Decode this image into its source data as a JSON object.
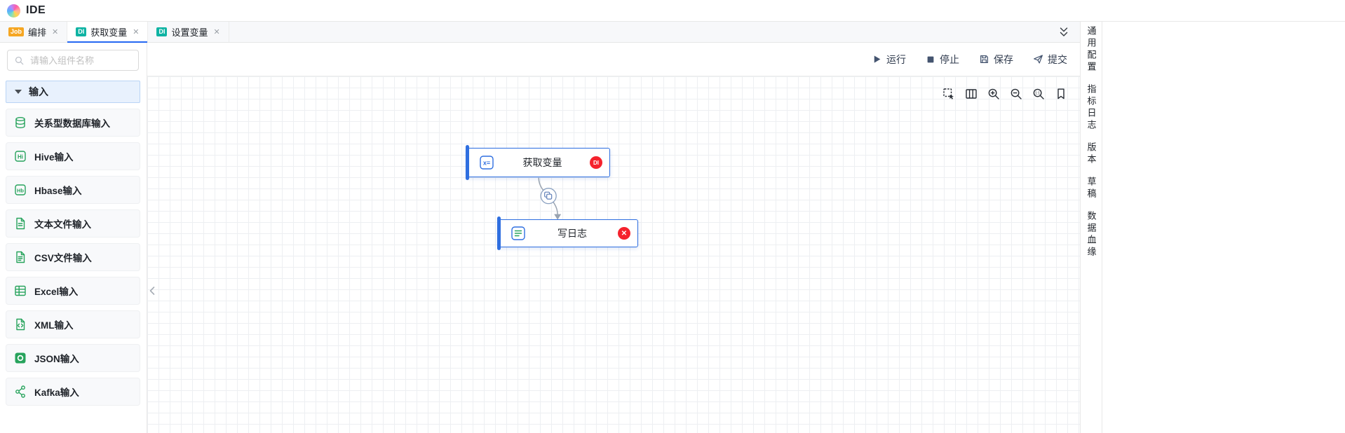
{
  "header": {
    "title": "IDE"
  },
  "tab_bar": {
    "close_glyph": "✕",
    "tabs": [
      {
        "badge": "Job",
        "label": "编排",
        "active": false
      },
      {
        "badge": "DI",
        "label": "获取变量",
        "active": true
      },
      {
        "badge": "DI",
        "label": "设置变量",
        "active": false
      }
    ]
  },
  "component_panel": {
    "search_placeholder": "请输入组件名称",
    "section_label": "输入",
    "items": [
      {
        "label": "关系型数据库输入",
        "icon": "database-icon"
      },
      {
        "label": "Hive输入",
        "icon": "hive-icon",
        "icon_text": "Hi"
      },
      {
        "label": "Hbase输入",
        "icon": "hbase-icon",
        "icon_text": "Hb"
      },
      {
        "label": "文本文件输入",
        "icon": "text-file-icon"
      },
      {
        "label": "CSV文件输入",
        "icon": "csv-file-icon"
      },
      {
        "label": "Excel输入",
        "icon": "excel-table-icon"
      },
      {
        "label": "XML输入",
        "icon": "xml-file-icon"
      },
      {
        "label": "JSON输入",
        "icon": "json-icon"
      },
      {
        "label": "Kafka输入",
        "icon": "kafka-icon"
      }
    ]
  },
  "toolbar": {
    "run": "运行",
    "stop": "停止",
    "save": "保存",
    "submit": "提交"
  },
  "canvas": {
    "nodes": [
      {
        "label": "获取变量",
        "badge": "DI"
      },
      {
        "label": "写日志",
        "badge": "✕"
      }
    ]
  },
  "right_rail": {
    "items": [
      "通用配置",
      "指标日志",
      "版本",
      "草稿",
      "数据血缘"
    ]
  },
  "colors": {
    "accent_blue": "#2f6fe0",
    "component_green": "#27a35c",
    "badge_red": "#f5222d",
    "tab_di_teal": "#0fb3a3",
    "tab_job_orange": "#f5a623"
  }
}
